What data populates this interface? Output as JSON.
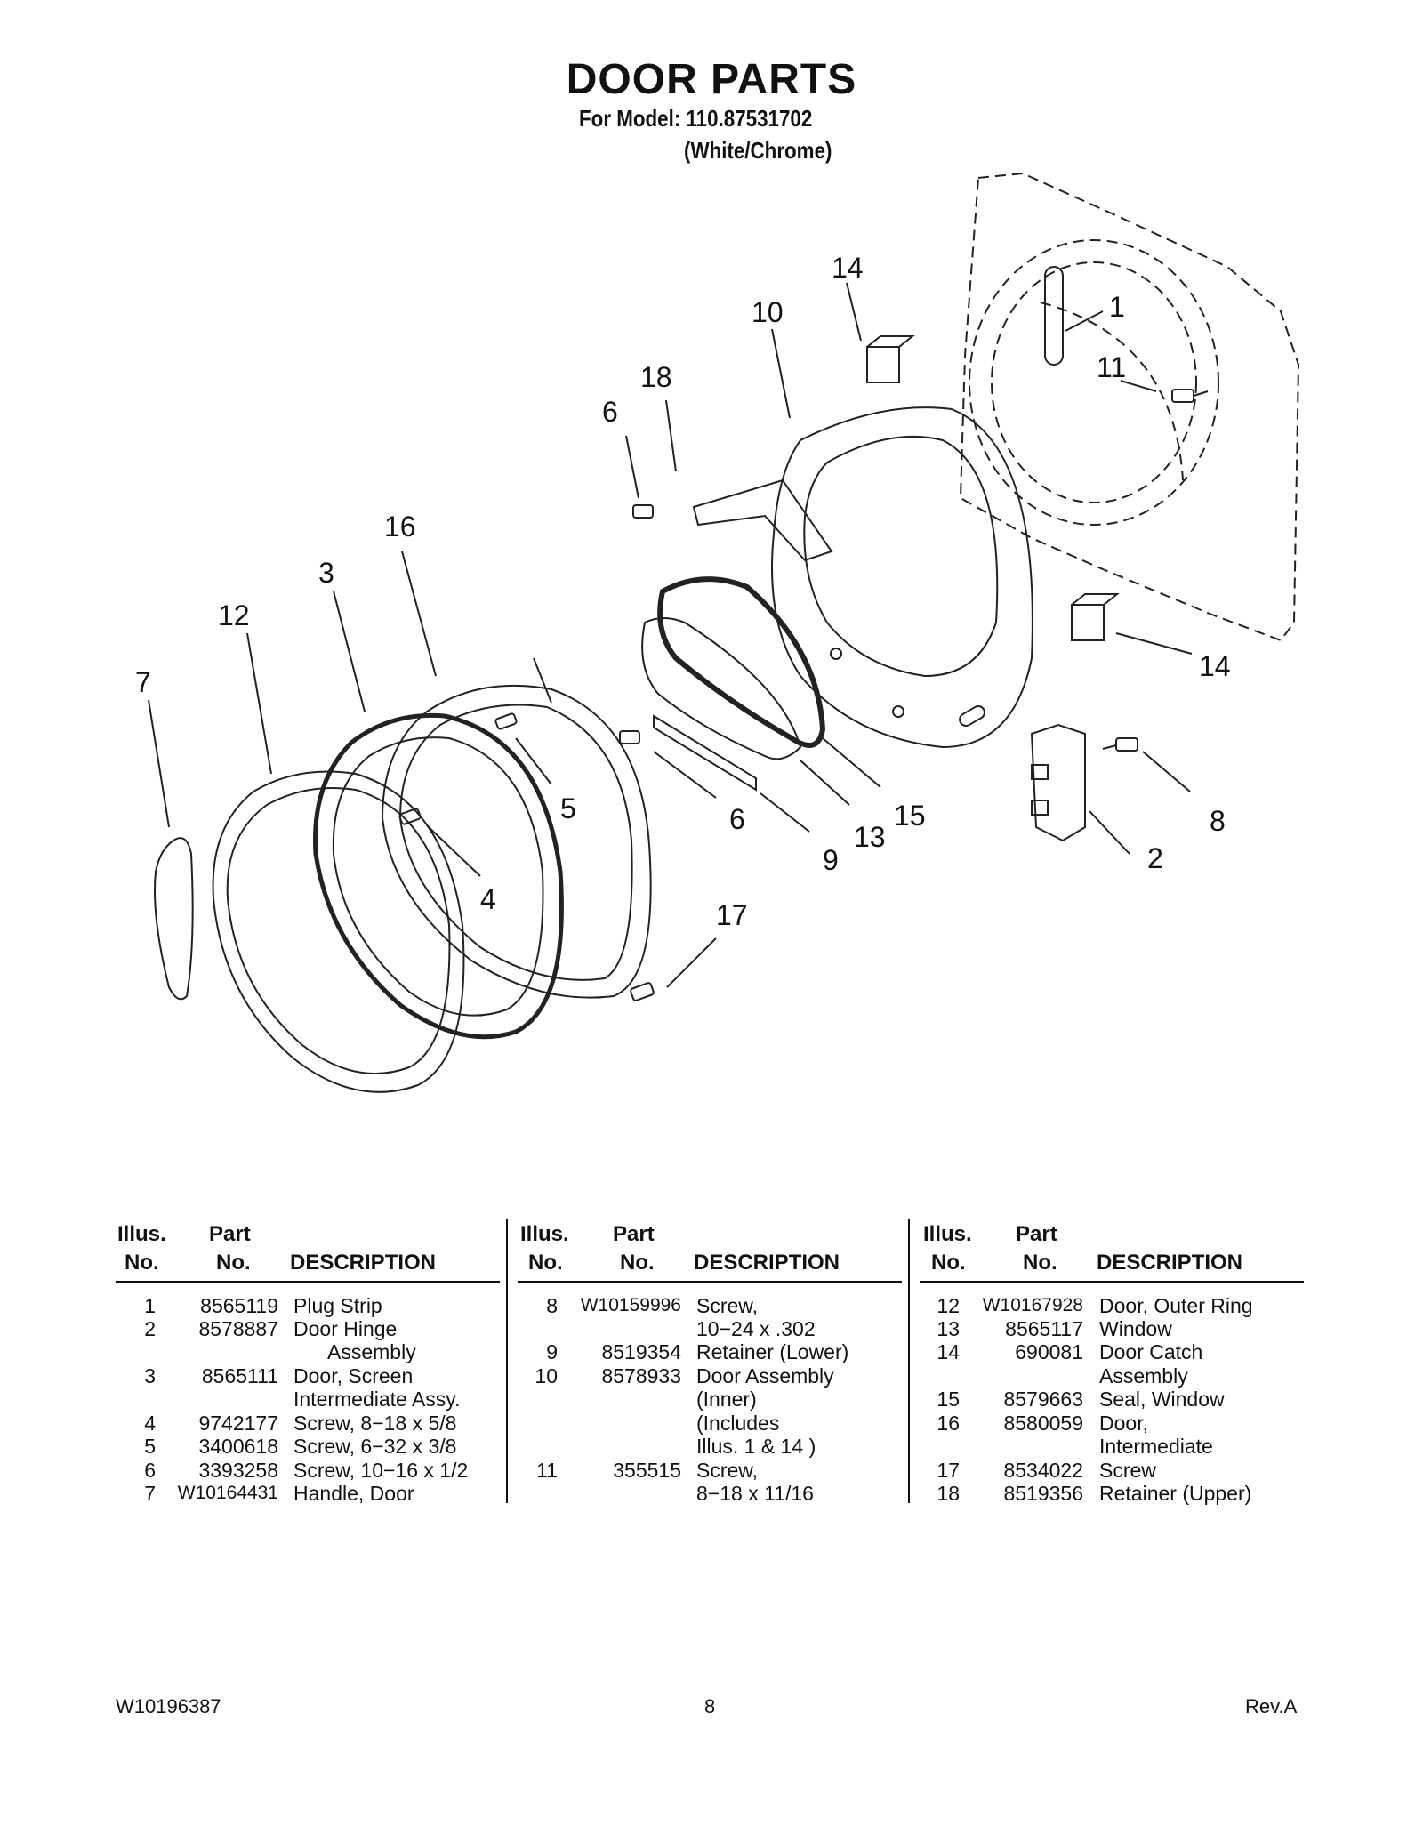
{
  "page": {
    "title": "DOOR PARTS",
    "model_line": "For Model: 110.87531702",
    "variant_line": "(White/Chrome)"
  },
  "table_headers": {
    "illus_line1": "Illus.",
    "illus_line2": "No.",
    "part_line1": "Part",
    "part_line2": "No.",
    "description": "DESCRIPTION"
  },
  "parts_columns": [
    [
      {
        "no": "1",
        "part": "8565119",
        "desc": [
          "Plug Strip"
        ]
      },
      {
        "no": "2",
        "part": "8578887",
        "desc": [
          "Door Hinge",
          "Assembly"
        ]
      },
      {
        "no": "3",
        "part": "8565111",
        "desc": [
          "Door, Screen",
          "Intermediate Assy."
        ]
      },
      {
        "no": "4",
        "part": "9742177",
        "desc": [
          "Screw, 8−18 x 5/8"
        ]
      },
      {
        "no": "5",
        "part": "3400618",
        "desc": [
          "Screw, 6−32 x 3/8"
        ]
      },
      {
        "no": "6",
        "part": "3393258",
        "desc": [
          "Screw, 10−16 x 1/2"
        ]
      },
      {
        "no": "7",
        "part": "W10164431",
        "desc": [
          "Handle, Door"
        ]
      }
    ],
    [
      {
        "no": "8",
        "part": "W10159996",
        "desc": [
          "Screw,",
          "10−24 x .302"
        ]
      },
      {
        "no": "9",
        "part": "8519354",
        "desc": [
          "Retainer (Lower)"
        ]
      },
      {
        "no": "10",
        "part": "8578933",
        "desc": [
          "Door Assembly",
          "(Inner)",
          "(Includes",
          "Illus. 1 & 14 )"
        ]
      },
      {
        "no": "11",
        "part": "355515",
        "desc": [
          "Screw,",
          "8−18 x 11/16"
        ]
      }
    ],
    [
      {
        "no": "12",
        "part": "W10167928",
        "desc": [
          "Door, Outer Ring"
        ]
      },
      {
        "no": "13",
        "part": "8565117",
        "desc": [
          "Window"
        ]
      },
      {
        "no": "14",
        "part": "690081",
        "desc": [
          "Door Catch",
          "Assembly"
        ]
      },
      {
        "no": "15",
        "part": "8579663",
        "desc": [
          "Seal, Window"
        ]
      },
      {
        "no": "16",
        "part": "8580059",
        "desc": [
          "Door,",
          "Intermediate"
        ]
      },
      {
        "no": "17",
        "part": "8534022",
        "desc": [
          "Screw"
        ]
      },
      {
        "no": "18",
        "part": "8519356",
        "desc": [
          "Retainer (Upper)"
        ]
      }
    ]
  ],
  "callouts": [
    "1",
    "2",
    "3",
    "4",
    "5",
    "6",
    "6",
    "7",
    "8",
    "9",
    "10",
    "11",
    "12",
    "13",
    "14",
    "14",
    "15",
    "16",
    "17",
    "18"
  ],
  "footer": {
    "doc_number": "W10196387",
    "page_number": "8",
    "revision": "Rev.A"
  }
}
